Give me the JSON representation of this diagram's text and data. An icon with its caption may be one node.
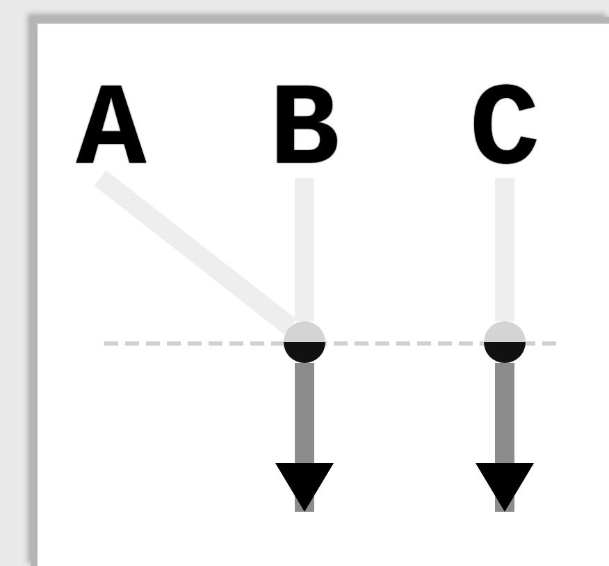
{
  "diagram": {
    "nodes": [
      {
        "text": [
          "A"
        ]
      },
      {
        "text": [
          "B"
        ]
      },
      {
        "text": [
          "C"
        ]
      },
      {
        "text": [],
        "shape": "circle"
      },
      {
        "text": [],
        "shape": "circle"
      }
    ],
    "edges": [
      {
        "from": 0,
        "to": 3,
        "arrow": "none"
      },
      {
        "from": 1,
        "to": 3,
        "arrow": "none"
      },
      {
        "from": 2,
        "to": 4,
        "arrow": "none"
      },
      {
        "from": 3,
        "to": null,
        "arrow": "to",
        "color": "#8c8c8c"
      },
      {
        "from": 4,
        "to": null,
        "arrow": "to",
        "color": "#8c8c8c"
      }
    ]
  }
}
